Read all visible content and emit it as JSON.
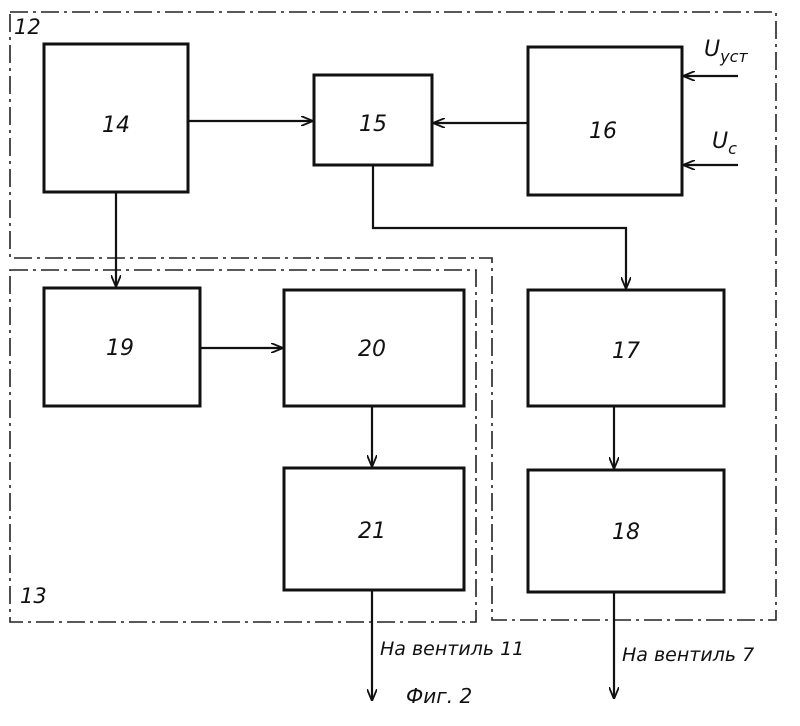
{
  "regions": {
    "r12": "12",
    "r13": "13"
  },
  "blocks": {
    "b14": "14",
    "b15": "15",
    "b16": "16",
    "b17": "17",
    "b18": "18",
    "b19": "19",
    "b20": "20",
    "b21": "21"
  },
  "inputs": {
    "u_set": {
      "base": "U",
      "sub": "уст"
    },
    "u_c": {
      "base": "U",
      "sub": "c"
    }
  },
  "outputs": {
    "valve_11": "На вентиль 11",
    "valve_7": "На вентиль 7"
  },
  "caption": "Фиг. 2"
}
